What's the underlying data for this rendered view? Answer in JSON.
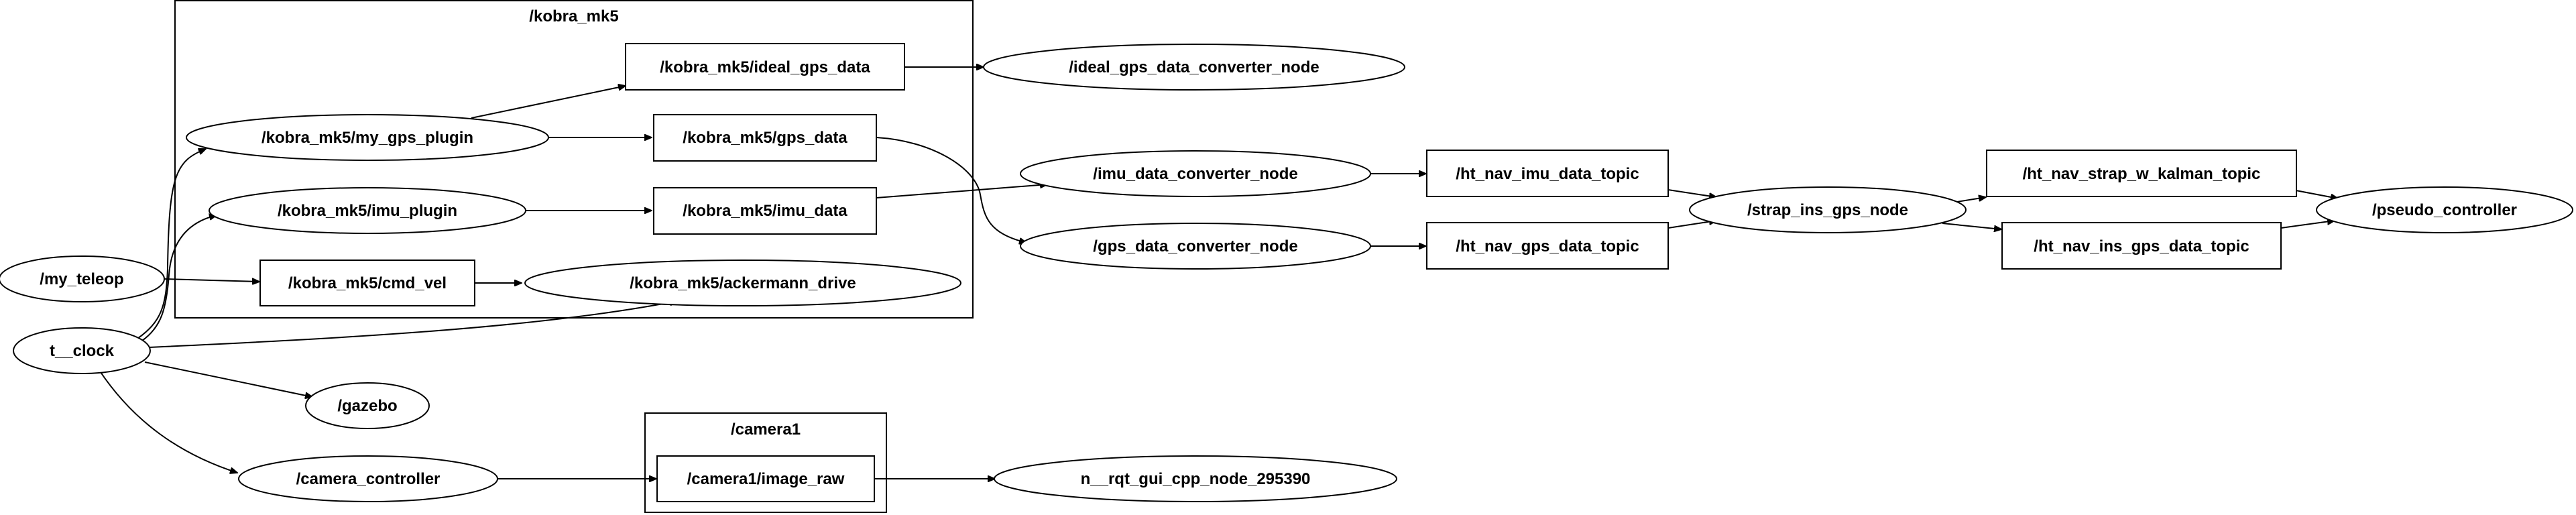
{
  "graph": {
    "clusters": {
      "kobra_mk5": "/kobra_mk5",
      "camera1": "/camera1"
    },
    "nodes": {
      "my_teleop": "/my_teleop",
      "t_clock": "t__clock",
      "gazebo": "/gazebo",
      "camera_controller": "/camera_controller",
      "ideal_gps_data": "/kobra_mk5/ideal_gps_data",
      "my_gps_plugin": "/kobra_mk5/my_gps_plugin",
      "gps_data": "/kobra_mk5/gps_data",
      "imu_plugin": "/kobra_mk5/imu_plugin",
      "imu_data": "/kobra_mk5/imu_data",
      "cmd_vel": "/kobra_mk5/cmd_vel",
      "ackermann_drive": "/kobra_mk5/ackermann_drive",
      "image_raw": "/camera1/image_raw",
      "ideal_gps_converter": "/ideal_gps_data_converter_node",
      "imu_converter": "/imu_data_converter_node",
      "gps_converter": "/gps_data_converter_node",
      "rqt_gui": "n__rqt_gui_cpp_node_295390",
      "imu_topic": "/ht_nav_imu_data_topic",
      "gps_topic": "/ht_nav_gps_data_topic",
      "strap_ins_gps": "/strap_ins_gps_node",
      "strap_kalman_topic": "/ht_nav_strap_w_kalman_topic",
      "ins_gps_topic": "/ht_nav_ins_gps_data_topic",
      "pseudo_controller": "/pseudo_controller"
    }
  }
}
